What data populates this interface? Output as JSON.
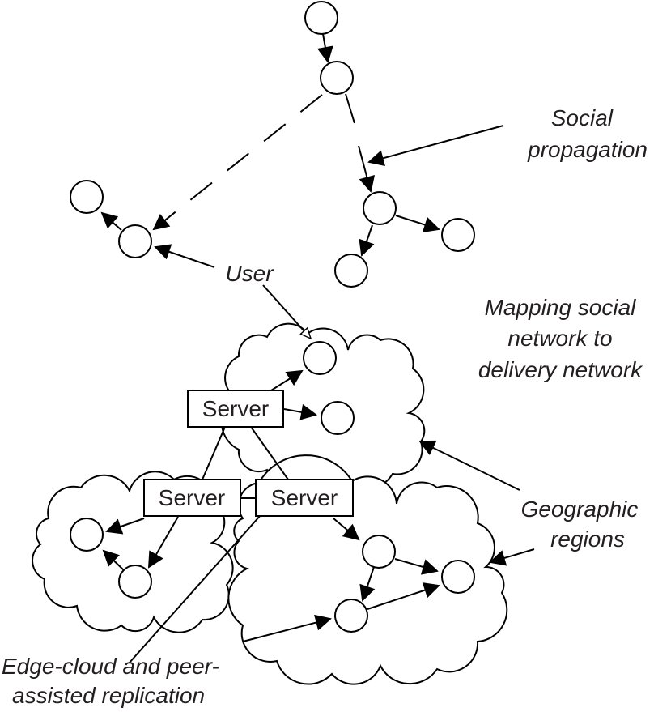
{
  "labels": {
    "social": [
      "Social",
      "propagation"
    ],
    "user": "User",
    "mapping": [
      "Mapping social",
      "network to",
      "delivery network"
    ],
    "geographic": [
      "Geographic",
      "regions"
    ],
    "edge": [
      "Edge-cloud and peer-",
      "assisted replication"
    ]
  },
  "servers": [
    "Server",
    "Server",
    "Server"
  ],
  "colors": {
    "stroke": "#000000",
    "text": "#231f20",
    "background": "#ffffff"
  }
}
